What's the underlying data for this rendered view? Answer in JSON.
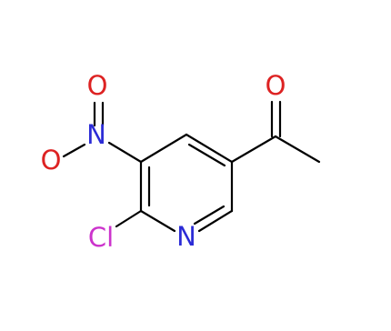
{
  "molecule": {
    "atoms": {
      "nitrogen_ring": {
        "symbol": "N",
        "color": "#2b2bd6"
      },
      "chlorine": {
        "symbol": "Cl",
        "color": "#cc33cc"
      },
      "nitro_nitrogen": {
        "symbol": "N",
        "color": "#2b2bd6"
      },
      "nitro_oxygen_top": {
        "symbol": "O",
        "color": "#dd2222"
      },
      "nitro_oxygen_left": {
        "symbol": "O",
        "color": "#dd2222"
      },
      "carbonyl_oxygen": {
        "symbol": "O",
        "color": "#dd2222"
      }
    },
    "bond_color": "#000000"
  }
}
